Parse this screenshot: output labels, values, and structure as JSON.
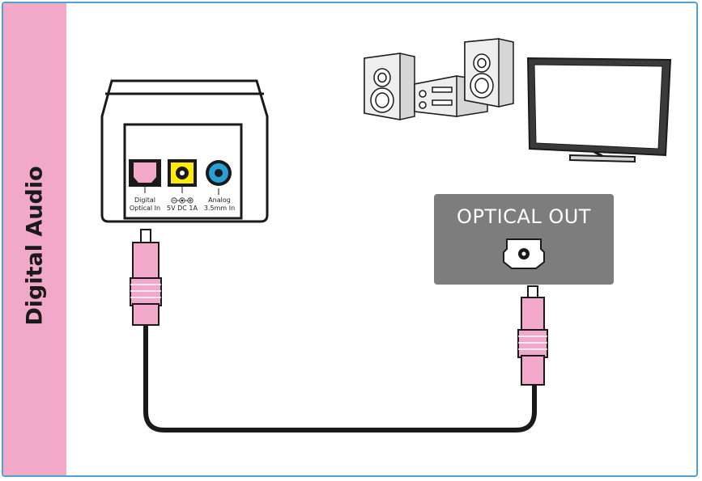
{
  "side_title": "Digital Audio",
  "optical_out": {
    "label": "OPTICAL OUT"
  },
  "ports": {
    "optical": {
      "line1": "Digital",
      "line2": "Optical In"
    },
    "power": {
      "line1": "5V DC  1A"
    },
    "analog": {
      "line1": "Analog",
      "line2": "3.5mm In"
    }
  },
  "colors": {
    "frame": "#4aa3d4",
    "side_band": "#f2a8c9",
    "cable_plug": "#f2a8c9",
    "power_port": "#ffed00",
    "analog_port": "#2a9fd6",
    "panel": "#7d7d7d"
  }
}
